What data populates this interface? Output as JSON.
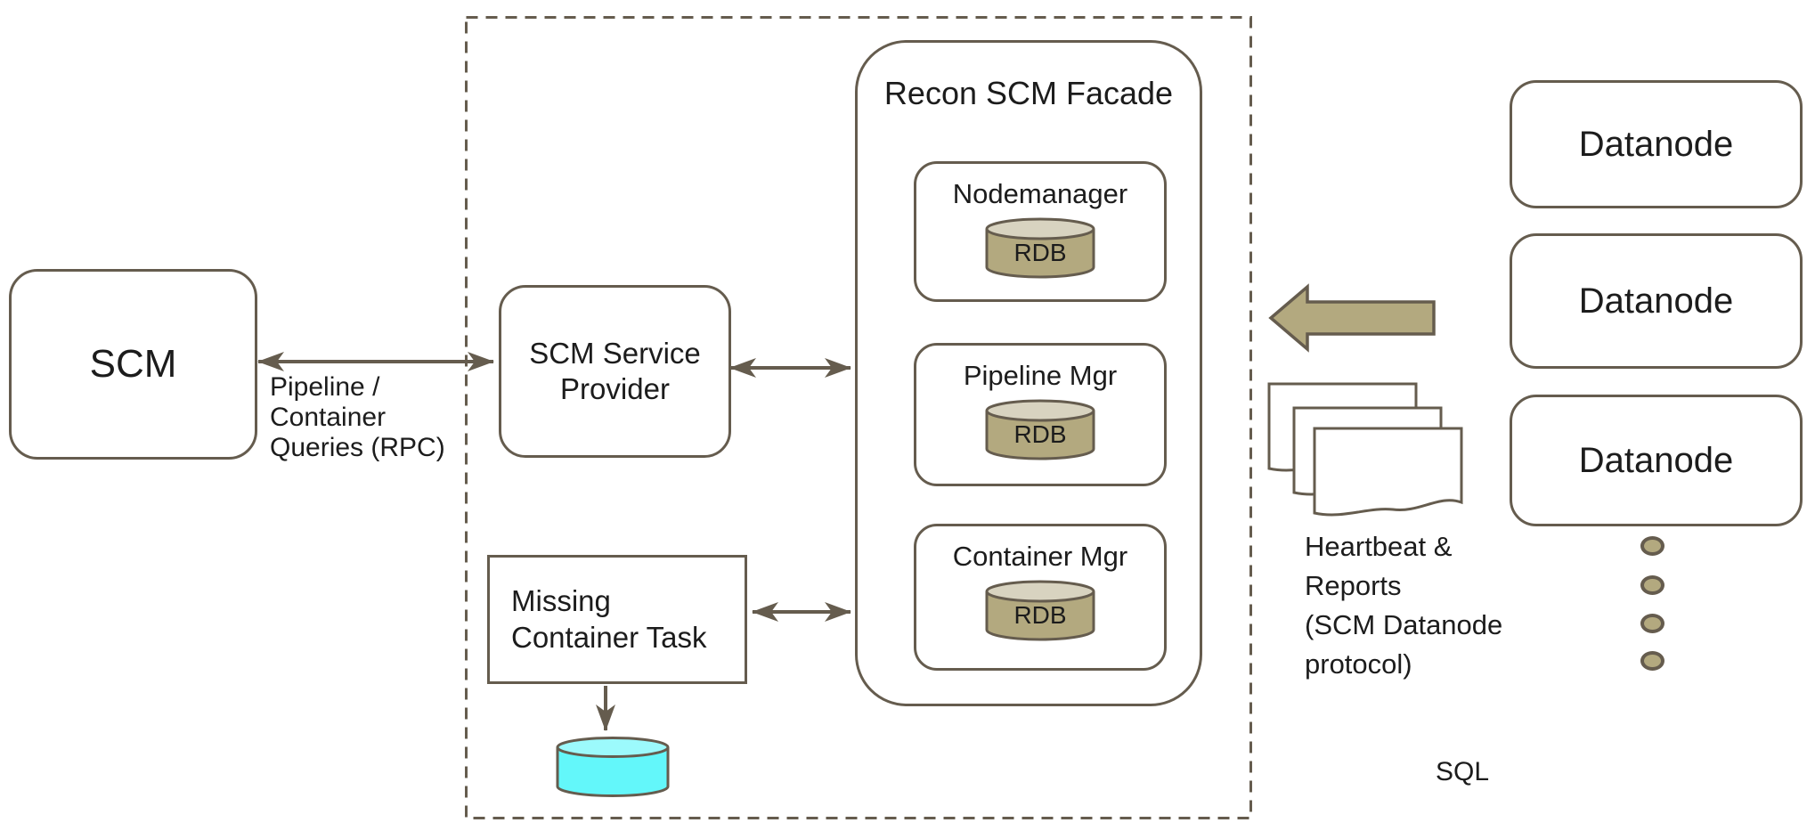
{
  "colors": {
    "stroke": "#655c4e",
    "text": "#1c1c1c",
    "canvas": "#ffffff",
    "khaki_fill": "#b3a97f",
    "khaki_top": "#d8d3c0",
    "cyan_fill": "#63f7fa",
    "cyan_top": "#9cfafc"
  },
  "nodes": {
    "scm": {
      "label": "SCM"
    },
    "service_provider": {
      "label": "SCM Service\nProvider"
    },
    "missing_container_task": {
      "label": "Missing\nContainer Task"
    },
    "sql_store": {
      "label": "SQL"
    }
  },
  "facade": {
    "title": "Recon SCM Facade",
    "managers": [
      {
        "label": "Nodemanager",
        "store_label": "RDB"
      },
      {
        "label": "Pipeline Mgr",
        "store_label": "RDB"
      },
      {
        "label": "Container Mgr",
        "store_label": "RDB"
      }
    ]
  },
  "edges": {
    "rpc_label": "Pipeline /\nContainer\nQueries (RPC)",
    "heartbeat_label": "Heartbeat &\nReports\n(SCM Datanode\nprotocol)"
  },
  "datanodes": [
    {
      "label": "Datanode"
    },
    {
      "label": "Datanode"
    },
    {
      "label": "Datanode"
    }
  ],
  "icons": {
    "heartbeat_flow": "left-block-arrow-icon",
    "reports": "documents-stack-icon",
    "more_datanodes": "ellipsis-dots-icon"
  }
}
